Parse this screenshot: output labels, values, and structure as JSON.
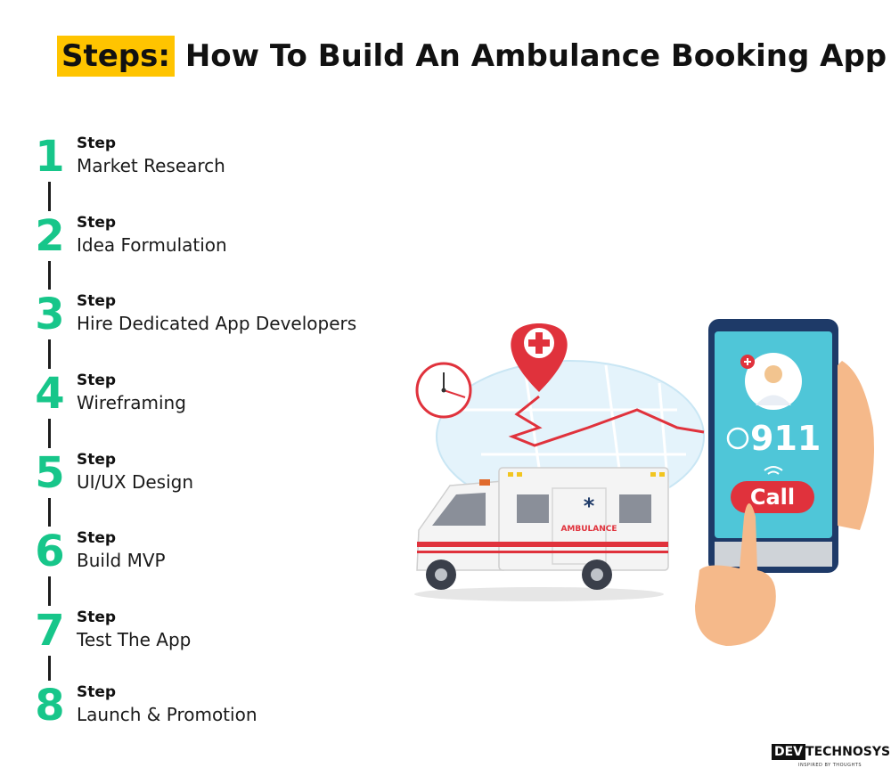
{
  "title": {
    "highlight": "Steps:",
    "rest": " How To Build An Ambulance Booking App"
  },
  "step_label": "Step",
  "steps": [
    {
      "number": "1",
      "name": "Market Research"
    },
    {
      "number": "2",
      "name": "Idea Formulation"
    },
    {
      "number": "3",
      "name": "Hire Dedicated App Developers"
    },
    {
      "number": "4",
      "name": "Wireframing"
    },
    {
      "number": "5",
      "name": "UI/UX Design"
    },
    {
      "number": "6",
      "name": "Build MVP"
    },
    {
      "number": "7",
      "name": "Test The App"
    },
    {
      "number": "8",
      "name": "Launch & Promotion"
    }
  ],
  "phone": {
    "number": "911",
    "button": "Call"
  },
  "ambulance_text": "AMBULANCE",
  "logo": {
    "dev": "DEV",
    "rest": "TECHNOSYS",
    "tagline": "INSPIRED BY THOUGHTS"
  },
  "colors": {
    "accent_green": "#17c68a",
    "highlight": "#ffc400",
    "red": "#e0323c",
    "phone_screen": "#4fc6d8"
  }
}
